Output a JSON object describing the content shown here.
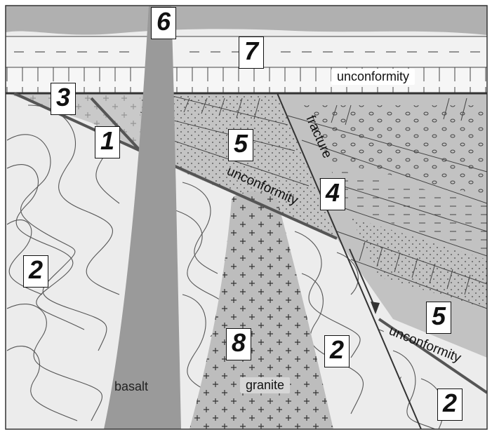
{
  "labels": {
    "unconformity_top": "unconformity",
    "unconformity_mid": "unconformity",
    "unconformity_right": "unconformity",
    "fracture": "fracture",
    "basalt": "basalt",
    "granite": "granite"
  },
  "numbers": {
    "n1": "1",
    "n2a": "2",
    "n2b": "2",
    "n2c": "2",
    "n3": "3",
    "n4": "4",
    "n5a": "5",
    "n5b": "5",
    "n6": "6",
    "n7": "7",
    "n8": "8"
  },
  "colors": {
    "grey_fill": "#b7b7b7",
    "dark_grey": "#8d8d8d",
    "line": "#333333",
    "white": "#ffffff"
  }
}
